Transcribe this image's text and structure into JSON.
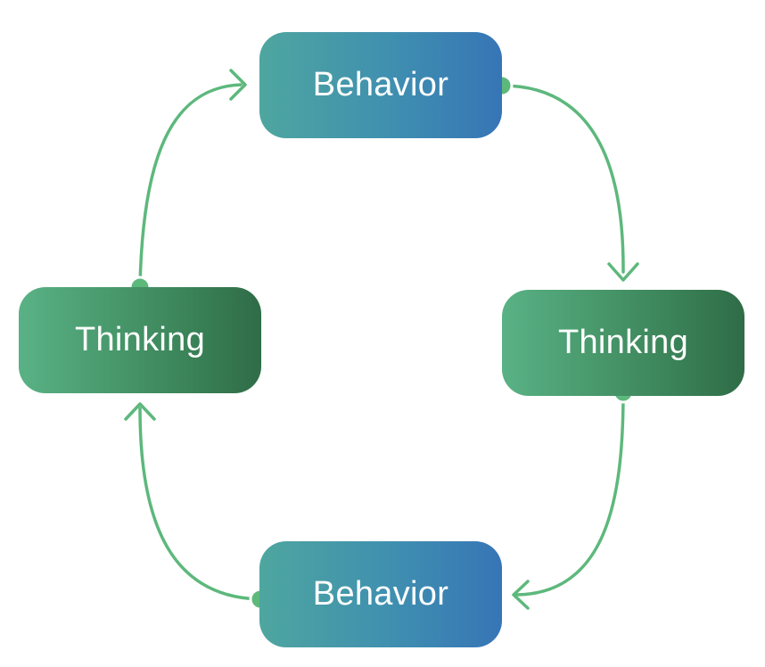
{
  "colors": {
    "connector": "#5db87c",
    "behavior_gradient": [
      "#4ea69f",
      "#3775b6"
    ],
    "thinking_gradient": [
      "#59b285",
      "#2f6c47"
    ],
    "text": "#ffffff",
    "background": "#ffffff"
  },
  "nodes": {
    "behavior_top": {
      "label": "Behavior"
    },
    "thinking_left": {
      "label": "Thinking"
    },
    "thinking_right": {
      "label": "Thinking"
    },
    "behavior_bottom": {
      "label": "Behavior"
    }
  },
  "edges": [
    {
      "from": "behavior_top",
      "to": "thinking_right"
    },
    {
      "from": "thinking_right",
      "to": "behavior_bottom"
    },
    {
      "from": "behavior_bottom",
      "to": "thinking_left"
    },
    {
      "from": "thinking_left",
      "to": "behavior_top"
    }
  ]
}
